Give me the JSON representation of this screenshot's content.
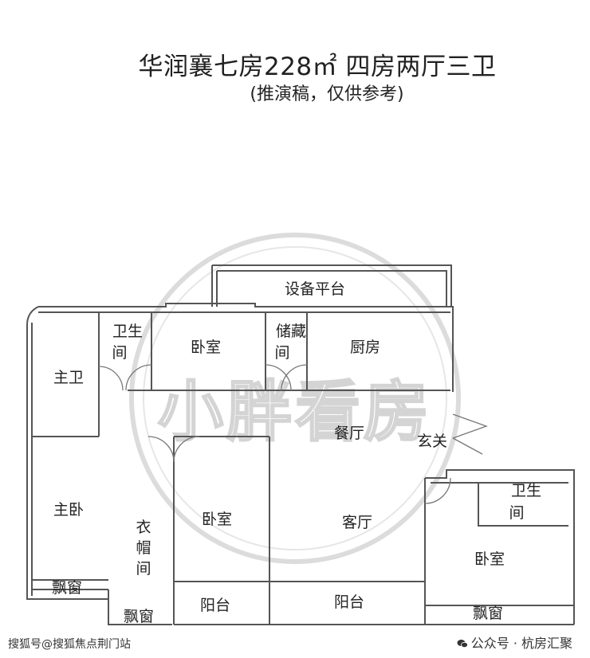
{
  "header": {
    "title": "华润襄七房228㎡ 四房两厅三卫",
    "subtitle": "(推演稿，仅供参考)"
  },
  "watermark": {
    "text": "小胖看房"
  },
  "rooms": {
    "equipment_platform": "设备平台",
    "bathroom_1": "卫生\n间",
    "bedroom_top": "卧室",
    "storage": "储藏\n间",
    "kitchen": "厨房",
    "master_bath": "主卫",
    "dining": "餐厅",
    "entrance": "玄关",
    "master_bedroom": "主卧",
    "wardrobe": "衣\n帽\n间",
    "bedroom_mid": "卧室",
    "living": "客厅",
    "bathroom_3": "卫生\n间",
    "bedroom_right": "卧室",
    "bay_window_1": "飘窗",
    "bay_window_2": "飘窗",
    "balcony_1": "阳台",
    "balcony_2": "阳台",
    "bay_window_3": "飘窗"
  },
  "footer": {
    "left": "搜狐号@搜狐焦点荆门站",
    "right": "公众号 · 杭房汇聚"
  },
  "colors": {
    "wall": "#555555",
    "watermark": "#d9d9d9",
    "text": "#222222"
  }
}
